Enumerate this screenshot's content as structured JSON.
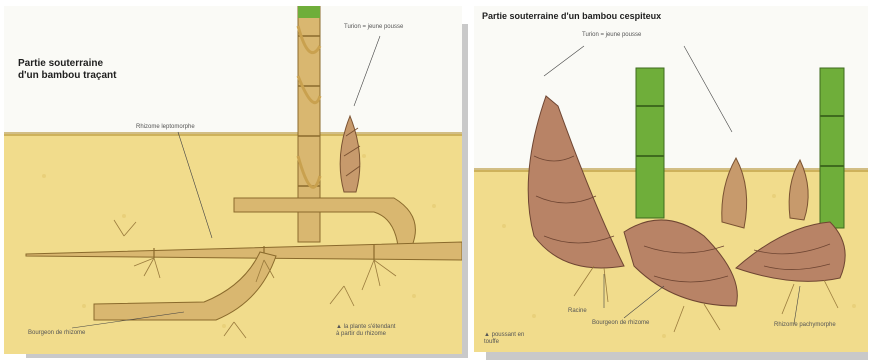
{
  "left_panel": {
    "title": "Partie souterraine\nd'un bambou traçant",
    "labels": {
      "rhizome": "Rhizome leptomorphe",
      "turion": "Turion = jeune pousse",
      "bourgeon": "Bourgeon de rhizome",
      "note": "▲ la plante s'étendant\nà partir du rhizome"
    }
  },
  "right_panel": {
    "title": "Partie souterraine d'un bambou cespiteux",
    "labels": {
      "turion": "Turion = jeune pousse",
      "racine": "Racine",
      "bourgeon": "Bourgeon de rhizome",
      "rhizome": "Rhizome pachymorphe",
      "note": "▲ poussant en\ntouffe"
    }
  },
  "colors": {
    "soil": "#f1dc8c",
    "soil_line": "#b8963a",
    "rhizome": "#d9b770",
    "culm_green": "#6fae3a",
    "tuber": "#b88366"
  }
}
